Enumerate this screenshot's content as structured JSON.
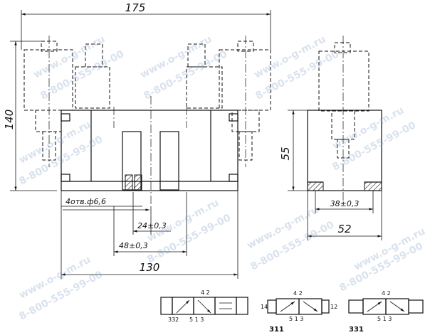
{
  "dimensions": {
    "overall_width": "175",
    "overall_height": "140",
    "side_height": "55",
    "holes": "4отв.ф6,6",
    "pitch_small": "24±0,3",
    "pitch_medium": "48±0,3",
    "base_width": "130",
    "side_pitch": "38±0,3",
    "side_width": "52"
  },
  "schematics": [
    {
      "caption": "",
      "ports_top": "4 2",
      "ports_bottom": "5 1 3",
      "left_code": "332",
      "right_code": ""
    },
    {
      "caption": "311",
      "ports_top": "4 2",
      "ports_bottom": "5 1 3",
      "left_code": "14",
      "right_code": "12"
    },
    {
      "caption": "331",
      "ports_top": "4 2",
      "ports_bottom": "5 1 3",
      "left_code": "",
      "right_code": ""
    }
  ],
  "watermark": {
    "site": "www.o-g-m.ru",
    "phone": "8-800-555-99-00"
  }
}
